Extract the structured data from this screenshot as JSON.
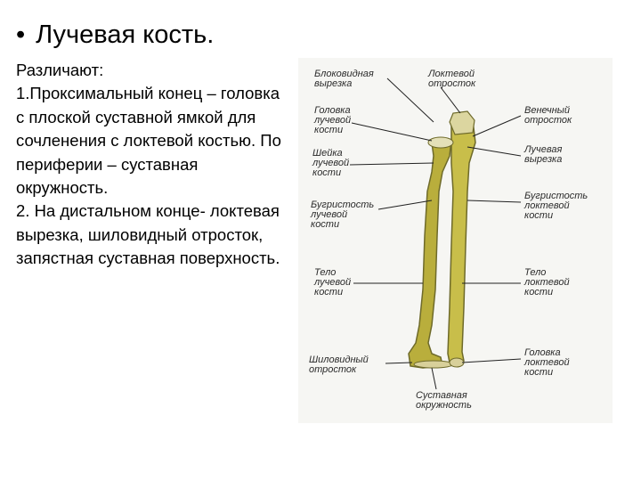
{
  "slide": {
    "bullet": "•",
    "title": "Лучевая кость.",
    "paragraphs": [
      "Различают:",
      "1.Проксимальный конец – головка с плоской суставной ямкой для сочленения с локтевой костью. По периферии – суставная окружность.",
      "2. На дистальном конце- локтевая вырезка, шиловидный отросток, запястная суставная поверхность."
    ]
  },
  "figure": {
    "bone_color": "#c8be4a",
    "shadow_color": "#6e6a2a",
    "labels": {
      "blokovidnaya": "Блоковидная\nвырезка",
      "loktevoy_otrostok": "Локтевой\nотросток",
      "golovka_luchevoy": "Головка\nлучевой\nкости",
      "venechny": "Венечный\nотросток",
      "sheyka_luchevoy": "Шейка\nлучевой\nкости",
      "luchevaya_vyrezka": "Лучевая\nвырезка",
      "bugristost_luchevoy": "Бугристость\nлучевой\nкости",
      "bugristost_loktevoy": "Бугристость\nлоктевой\nкости",
      "telo_luchevoy": "Тело\nлучевой\nкости",
      "telo_loktevoy": "Тело\nлоктевой\nкости",
      "shilovidny": "Шиловидный\nотросток",
      "golovka_loktevoy": "Головка\nлоктевой\nкости",
      "sustavnaya_okruzhnost": "Суставная\nокружность"
    }
  }
}
